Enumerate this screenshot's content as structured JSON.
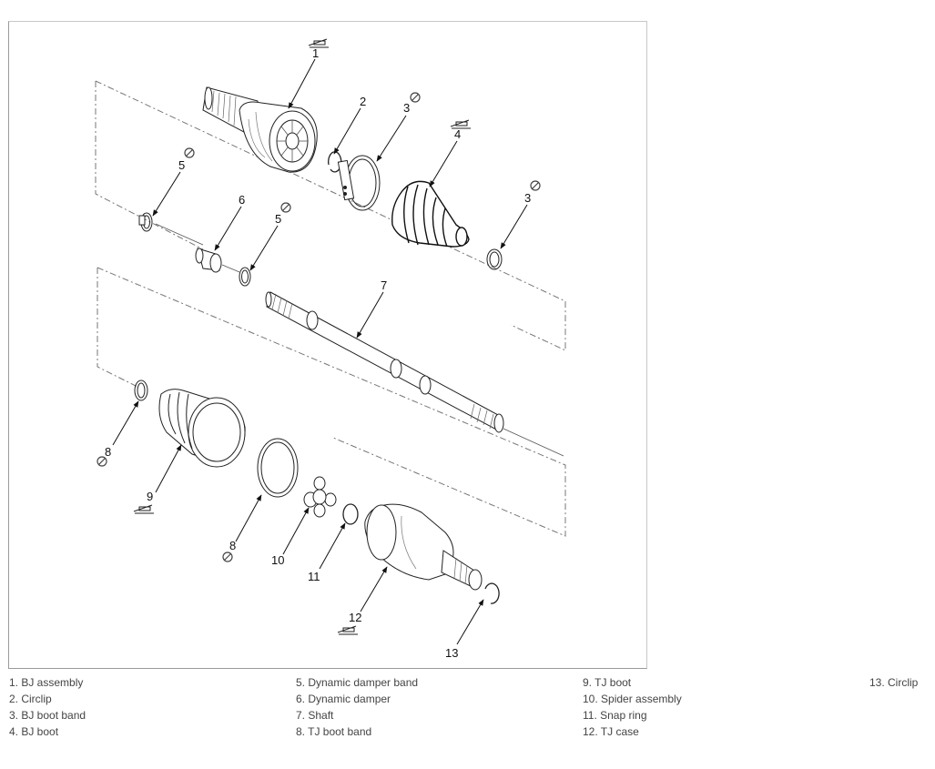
{
  "callouts": [
    "1",
    "2",
    "3",
    "4",
    "5",
    "6",
    "5",
    "7",
    "3",
    "8",
    "9",
    "8",
    "10",
    "11",
    "12",
    "13"
  ],
  "legend": [
    "1. BJ assembly",
    "2. Circlip",
    "3. BJ boot band",
    "4. BJ boot",
    "5. Dynamic damper band",
    "6. Dynamic damper",
    "7. Shaft",
    "8. TJ boot band",
    "9. TJ boot",
    "10. Spider assembly",
    "11. Snap ring",
    "12. TJ case",
    "13. Circlip"
  ]
}
